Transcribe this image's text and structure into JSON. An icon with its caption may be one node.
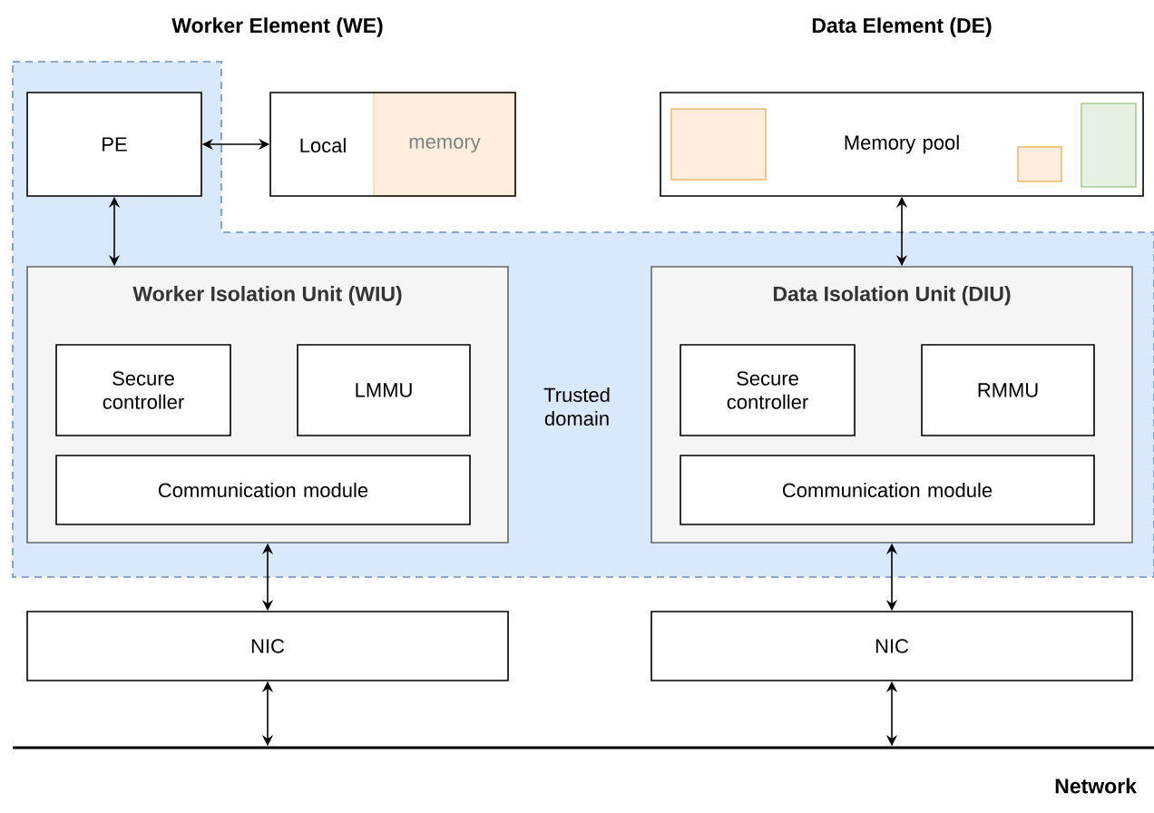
{
  "diagram": {
    "nodes": [
      {
        "text": [
          "Trusted domain"
        ]
      },
      {
        "text": [
          "PE"
        ],
        "in": 0
      },
      {
        "text": [
          "Local",
          "memory"
        ]
      },
      {
        "text": [
          "Memory pool"
        ]
      },
      {
        "text": [
          "Worker Isolation Unit (WIU)"
        ],
        "in": 0
      },
      {
        "text": [
          "Secure controller"
        ],
        "in": 4
      },
      {
        "text": [
          "LMMU"
        ],
        "in": 4
      },
      {
        "text": [
          "Communication module"
        ],
        "in": 4
      },
      {
        "text": [
          "Data Isolation Unit (DIU)"
        ],
        "in": 0
      },
      {
        "text": [
          "Secure controller"
        ],
        "in": 8
      },
      {
        "text": [
          "RMMU"
        ],
        "in": 8
      },
      {
        "text": [
          "Communication module"
        ],
        "in": 8
      },
      {
        "text": [
          "NIC"
        ]
      },
      {
        "text": [
          "NIC"
        ]
      },
      {
        "text": [],
        "shape": "bar",
        "beside": [
          "Network"
        ]
      }
    ],
    "edges": [
      {
        "from": 1,
        "to": 2,
        "arrow": "both"
      },
      {
        "from": 1,
        "to": 4,
        "arrow": "both"
      },
      {
        "from": 3,
        "to": 8,
        "arrow": "both"
      },
      {
        "from": 4,
        "to": 12,
        "arrow": "both"
      },
      {
        "from": 8,
        "to": 13,
        "arrow": "both"
      },
      {
        "from": 12,
        "to": 14,
        "arrow": "both"
      },
      {
        "from": 13,
        "to": 14,
        "arrow": "both"
      }
    ],
    "labels": [
      "Worker Element (WE)",
      "Data Element (DE)"
    ]
  }
}
